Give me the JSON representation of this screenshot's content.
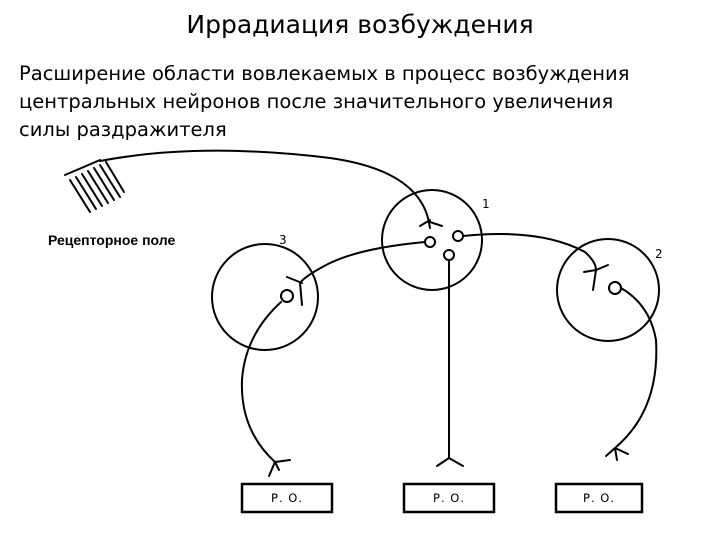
{
  "title": "Иррадиация возбуждения",
  "subtitle_lines": [
    "Расширение области вовлекаемых в процесс возбуждения",
    "центральных нейронов после значительного увеличения",
    "силы раздражителя"
  ],
  "diagram": {
    "receptor_label": "Рецепторное поле",
    "centers": [
      {
        "number": "1"
      },
      {
        "number": "2"
      },
      {
        "number": "3"
      }
    ],
    "effector_boxes": [
      {
        "label": "Р. О."
      },
      {
        "label": "Р. О."
      },
      {
        "label": "Р. О."
      }
    ]
  }
}
